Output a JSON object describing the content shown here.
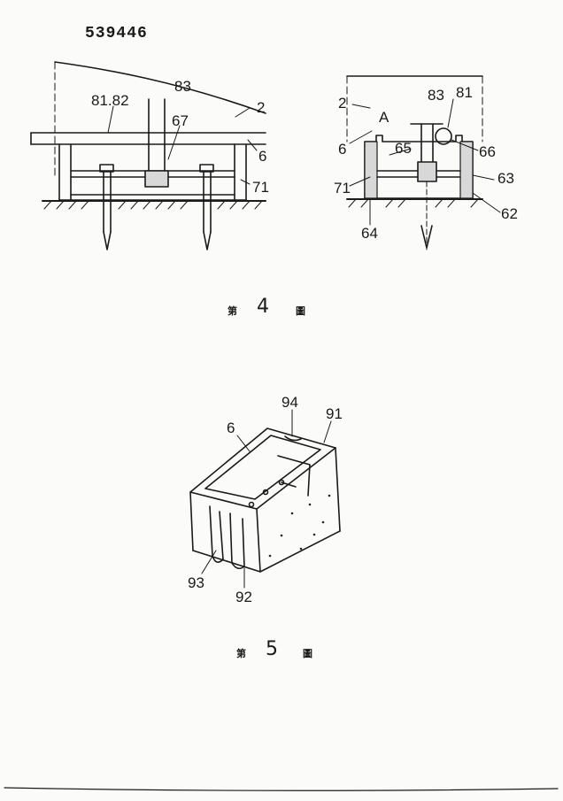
{
  "header": {
    "patent_number": "539446"
  },
  "figure4": {
    "caption_prefix": "第",
    "caption_number": "4",
    "caption_suffix": "圖",
    "left_labels": {
      "l8182": "81.82",
      "l83": "83",
      "l67": "67",
      "l2": "2",
      "l6": "6",
      "l71": "71"
    },
    "right_labels": {
      "l2": "2",
      "lA": "A",
      "l6": "6",
      "l83": "83",
      "l81": "81",
      "l65": "65",
      "l66": "66",
      "l71": "71",
      "l63": "63",
      "l62": "62",
      "l64": "64"
    }
  },
  "figure5": {
    "caption_prefix": "第",
    "caption_number": "5",
    "caption_suffix": "圖",
    "labels": {
      "l94": "94",
      "l91": "91",
      "l6": "6",
      "l93": "93",
      "l92": "92"
    }
  }
}
